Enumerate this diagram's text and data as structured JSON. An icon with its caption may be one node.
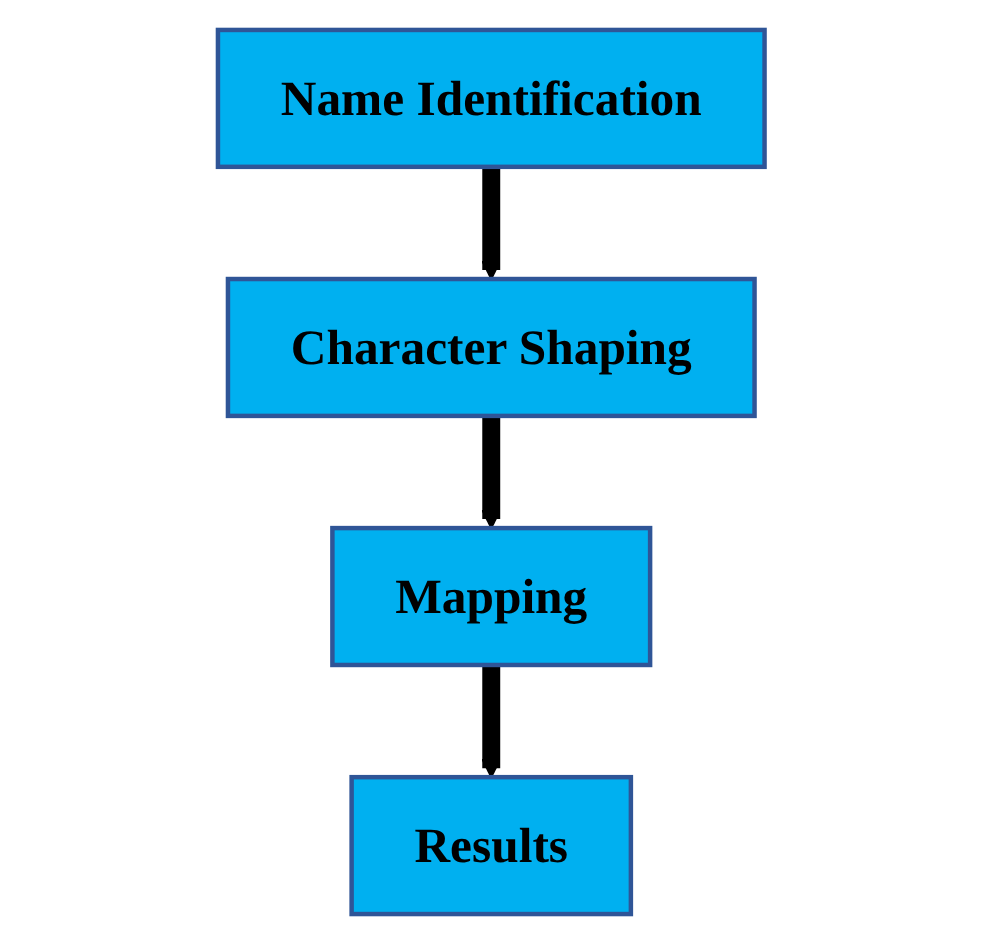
{
  "diagram": {
    "nodes": [
      {
        "text": [
          "Name Identification"
        ]
      },
      {
        "text": [
          "Character Shaping"
        ]
      },
      {
        "text": [
          "Mapping"
        ]
      },
      {
        "text": [
          "Results"
        ]
      }
    ],
    "edges": [
      {
        "from": 0,
        "to": 1,
        "arrow": "to"
      },
      {
        "from": 1,
        "to": 2,
        "arrow": "to"
      },
      {
        "from": 2,
        "to": 3,
        "arrow": "to"
      }
    ]
  }
}
